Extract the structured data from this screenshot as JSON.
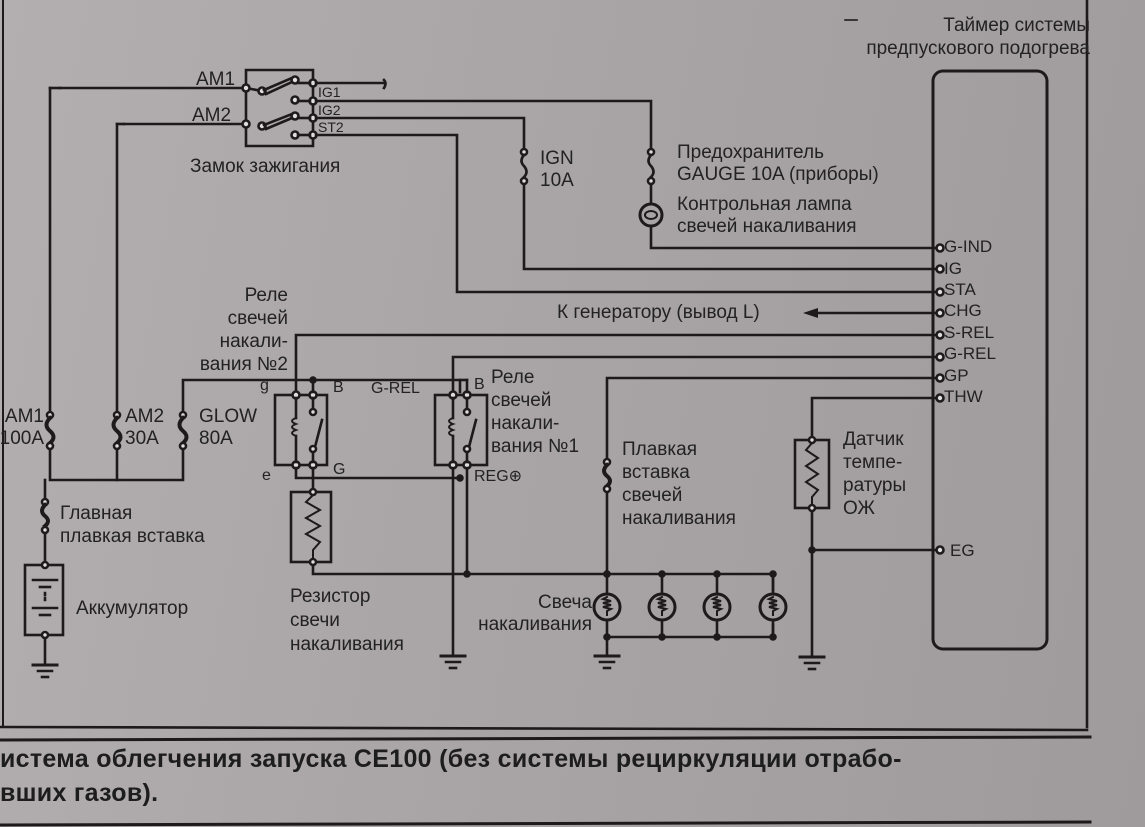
{
  "diagram": {
    "timer_title_line1": "Таймер системы",
    "timer_title_line2": "предпускового подогрева",
    "ignition_switch": {
      "label": "Замок зажигания",
      "inputs": [
        "AM1",
        "AM2"
      ],
      "outputs": [
        "IG1",
        "IG2",
        "ST2"
      ]
    },
    "fuses": {
      "ign": [
        "IGN",
        "10A"
      ],
      "gauge": [
        "Предохранитель",
        "GAUGE 10A (приборы)"
      ],
      "am1": [
        "AM1",
        "100A"
      ],
      "am2": [
        "AM2",
        "30A"
      ],
      "glow": [
        "GLOW",
        "80A"
      ],
      "main_fusible_link": [
        "Главная",
        "плавкая вставка"
      ],
      "glow_fusible_link": [
        "Плавкая",
        "вставка",
        "свечей",
        "накаливания"
      ]
    },
    "indicator_lamp": [
      "Контрольная лампа",
      "свечей накаливания"
    ],
    "timer_pins": [
      "G-IND",
      "IG",
      "STA",
      "CHG",
      "S-REL",
      "G-REL",
      "GP",
      "THW",
      "EG"
    ],
    "generator_note": "К генератору (вывод L)",
    "relay2": {
      "label": [
        "Реле",
        "свечей",
        "накали-",
        "вания №2"
      ],
      "terminals": {
        "g": "g",
        "B": "B",
        "e": "e",
        "G": "G"
      }
    },
    "relay1": {
      "label": [
        "Реле",
        "свечей",
        "накали-",
        "вания №1"
      ],
      "terminals": {
        "B": "B",
        "REG": "REG⊕",
        "grel": "G-REL"
      }
    },
    "battery_label": "Аккумулятор",
    "resistor_label": [
      "Резистор",
      "свечи",
      "накаливания"
    ],
    "glow_plug_label": [
      "Свеча",
      "накаливания"
    ],
    "temp_sensor_label": [
      "Датчик",
      "темпе-",
      "ратуры",
      "ОЖ"
    ],
    "glow_plug_count": 4
  },
  "caption": {
    "line1": "истема облегчения запуска CE100 (без системы рециркуляции отрабо-",
    "line2": "вших газов)."
  }
}
